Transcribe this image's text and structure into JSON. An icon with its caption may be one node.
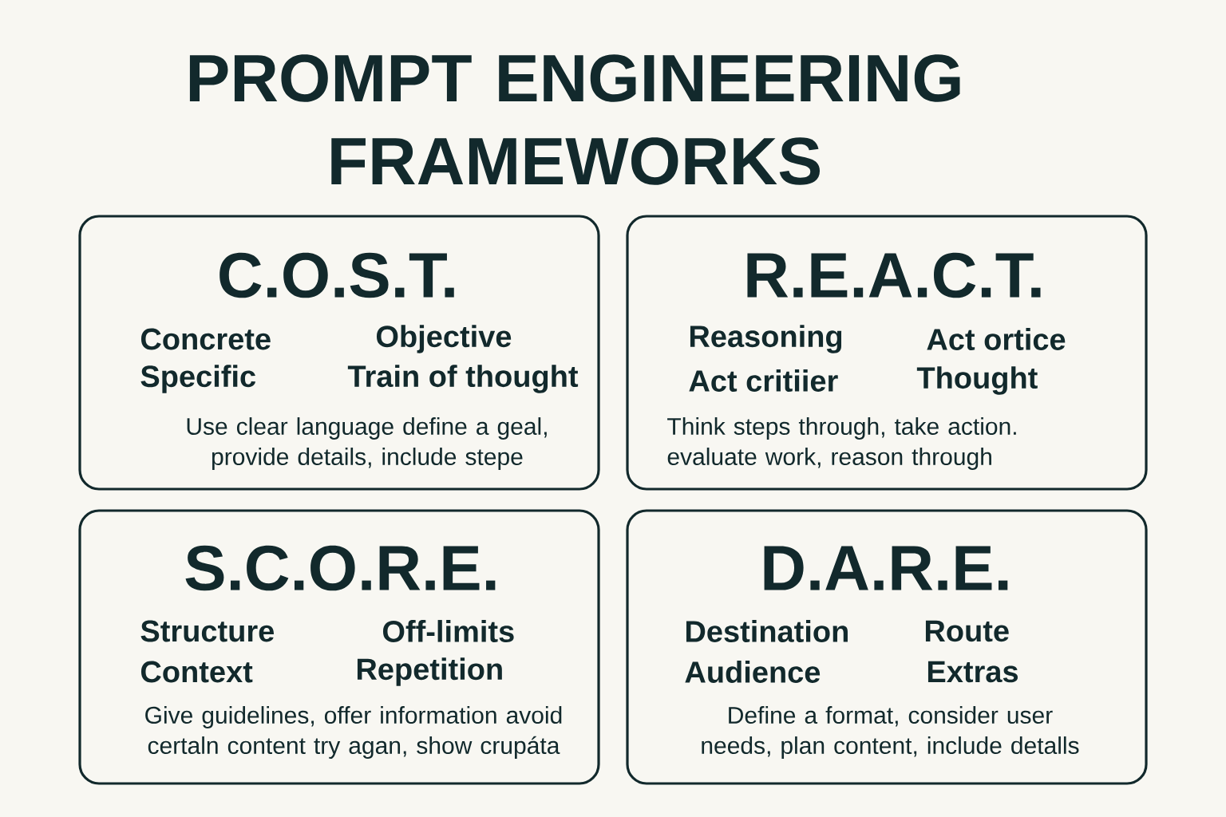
{
  "diagram": {
    "title": "PROMPT ENGINEERING FRAMEWORKS",
    "nodes": [
      {
        "text": [
          "C.O.S.T.",
          "Concrete",
          "Objective",
          "Specific",
          "Train of thought",
          "Use clear language define a geal, provide details, include stepe"
        ]
      },
      {
        "text": [
          "R.E.A.C.T.",
          "Reasoning",
          "Act ortice",
          "Act critiier",
          "Thought",
          "Think steps through, take action. evaluate work, reason through"
        ]
      },
      {
        "text": [
          "S.C.O.R.E.",
          "Structure",
          "Off-limits",
          "Context",
          "Repetition",
          "Give guidelines, offer information avoid certaln content try agan, show crupáta"
        ]
      },
      {
        "text": [
          "D.A.R.E.",
          "Destination",
          "Route",
          "Audience",
          "Extras",
          "Define a format, consider user needs, plan content, include detalls"
        ]
      }
    ]
  }
}
